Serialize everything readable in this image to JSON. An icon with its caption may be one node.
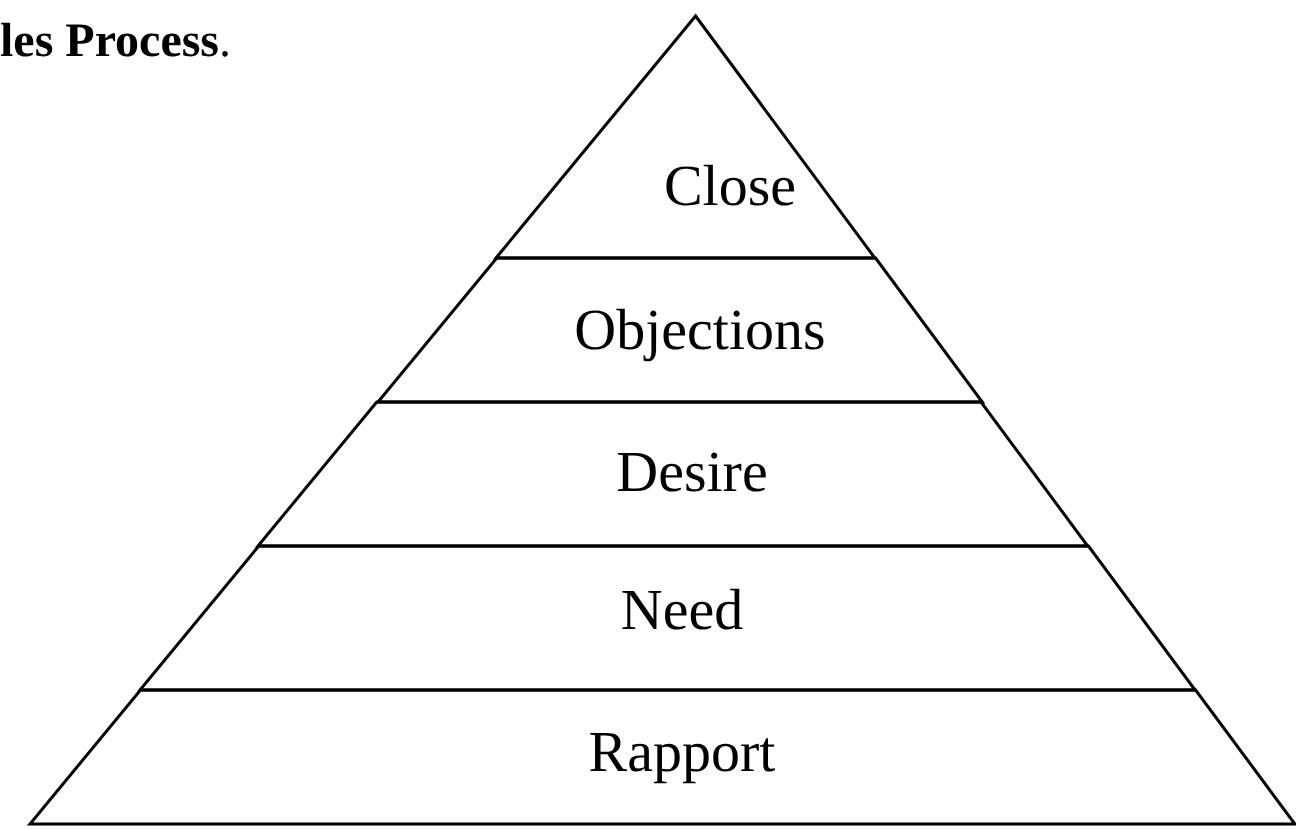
{
  "diagram": {
    "title": "**les Process**.",
    "nodes": [
      {
        "text": [
          "Close"
        ]
      },
      {
        "text": [
          "Objections"
        ]
      },
      {
        "text": [
          "Desire"
        ]
      },
      {
        "text": [
          "Need"
        ]
      },
      {
        "text": [
          "Rapport"
        ]
      }
    ],
    "edges": []
  }
}
